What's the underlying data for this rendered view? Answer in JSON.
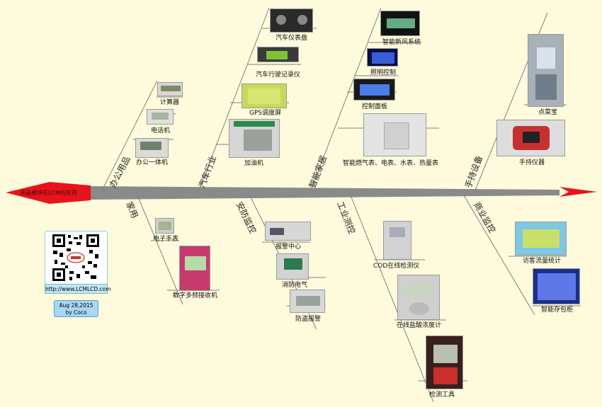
{
  "head_text": "液晶模块在LCM的应用",
  "tail_color": "#e8141b",
  "spine_color": "#8a8a8a",
  "branch_color": "#7a7a7a",
  "categories": {
    "office": "办公用品",
    "auto": "汽车行业",
    "smarthome": "智能家居",
    "handheld": "手持设备",
    "household": "家用",
    "security": "安防监控",
    "industrial": "工业测控",
    "commercial": "商业监控"
  },
  "items": {
    "calculator": "计算器",
    "phone": "电话机",
    "office_aio": "办公一体机",
    "dashboard": "汽车仪表盘",
    "recorder": "汽车行驶记录仪",
    "gps": "GPS调度屏",
    "fuel": "加油机",
    "fresh_air": "智能新风系统",
    "lighting": "照明控制",
    "control_panel": "控制面板",
    "meters": "智能燃气表、电表、水表、热量表",
    "pda": "点菜宝",
    "handheld_inst": "手持仪器",
    "e_watch": "电子手表",
    "receiver": "数字多频接收机",
    "alarm_center": "报警中心",
    "fire": "消防电气",
    "theft": "防盗报警",
    "cod": "COD在线检测仪",
    "acid": "在线盐酸浓度计",
    "tools": "检测工具",
    "visitor": "访客流量统计",
    "locker": "智能存包柜"
  },
  "qr": {
    "url": "http://www.LCMLCD.com",
    "date": "Aug 28,2015",
    "author": "by Coco"
  }
}
